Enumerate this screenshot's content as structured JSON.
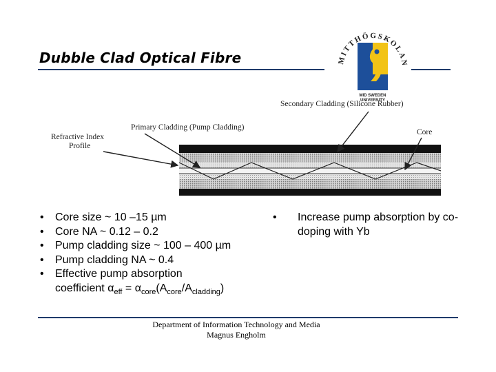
{
  "slide": {
    "title": "Dubble Clad Optical Fibre"
  },
  "logo": {
    "arc_text": "MITTHÖGSKOLAN",
    "caption_line1": "MID SWEDEN",
    "caption_line2": "UNIVERSITY",
    "colors": {
      "blue": "#1d4f9a",
      "yellow": "#f2c316"
    }
  },
  "diagram": {
    "labels": {
      "secondary_cladding": "Secondary Cladding (Silicone Rubber)",
      "primary_cladding": "Primary Cladding (Pump Cladding)",
      "core": "Core",
      "refractive_index_line1": "Refractive Index",
      "refractive_index_line2": "Profile"
    }
  },
  "bullets": [
    {
      "marker": "•",
      "text": "Core size ~ 10 –15 µm"
    },
    {
      "marker": "•",
      "text": "Core NA ~ 0.12 – 0.2"
    },
    {
      "marker": "•",
      "text": "Pump cladding size ~ 100 – 400 µm"
    },
    {
      "marker": "•",
      "text": "Pump cladding NA ~ 0.4"
    },
    {
      "marker": "•",
      "text_line1": "Effective pump absorption",
      "text_line2_a": "coefficient α",
      "sub_eff": "eff",
      "text_line2_b": " = α",
      "sub_core": "core",
      "text_line2_c": "(A",
      "sub_core2": "core",
      "text_line2_d": "/A",
      "sub_cladding": "cladding",
      "text_line2_e": ")"
    }
  ],
  "right_bullet": {
    "marker": "•",
    "text": "Increase pump absorption by co-doping with Yb"
  },
  "footer": {
    "line1": "Department of Information Technology and Media",
    "line2": "Magnus Engholm"
  }
}
